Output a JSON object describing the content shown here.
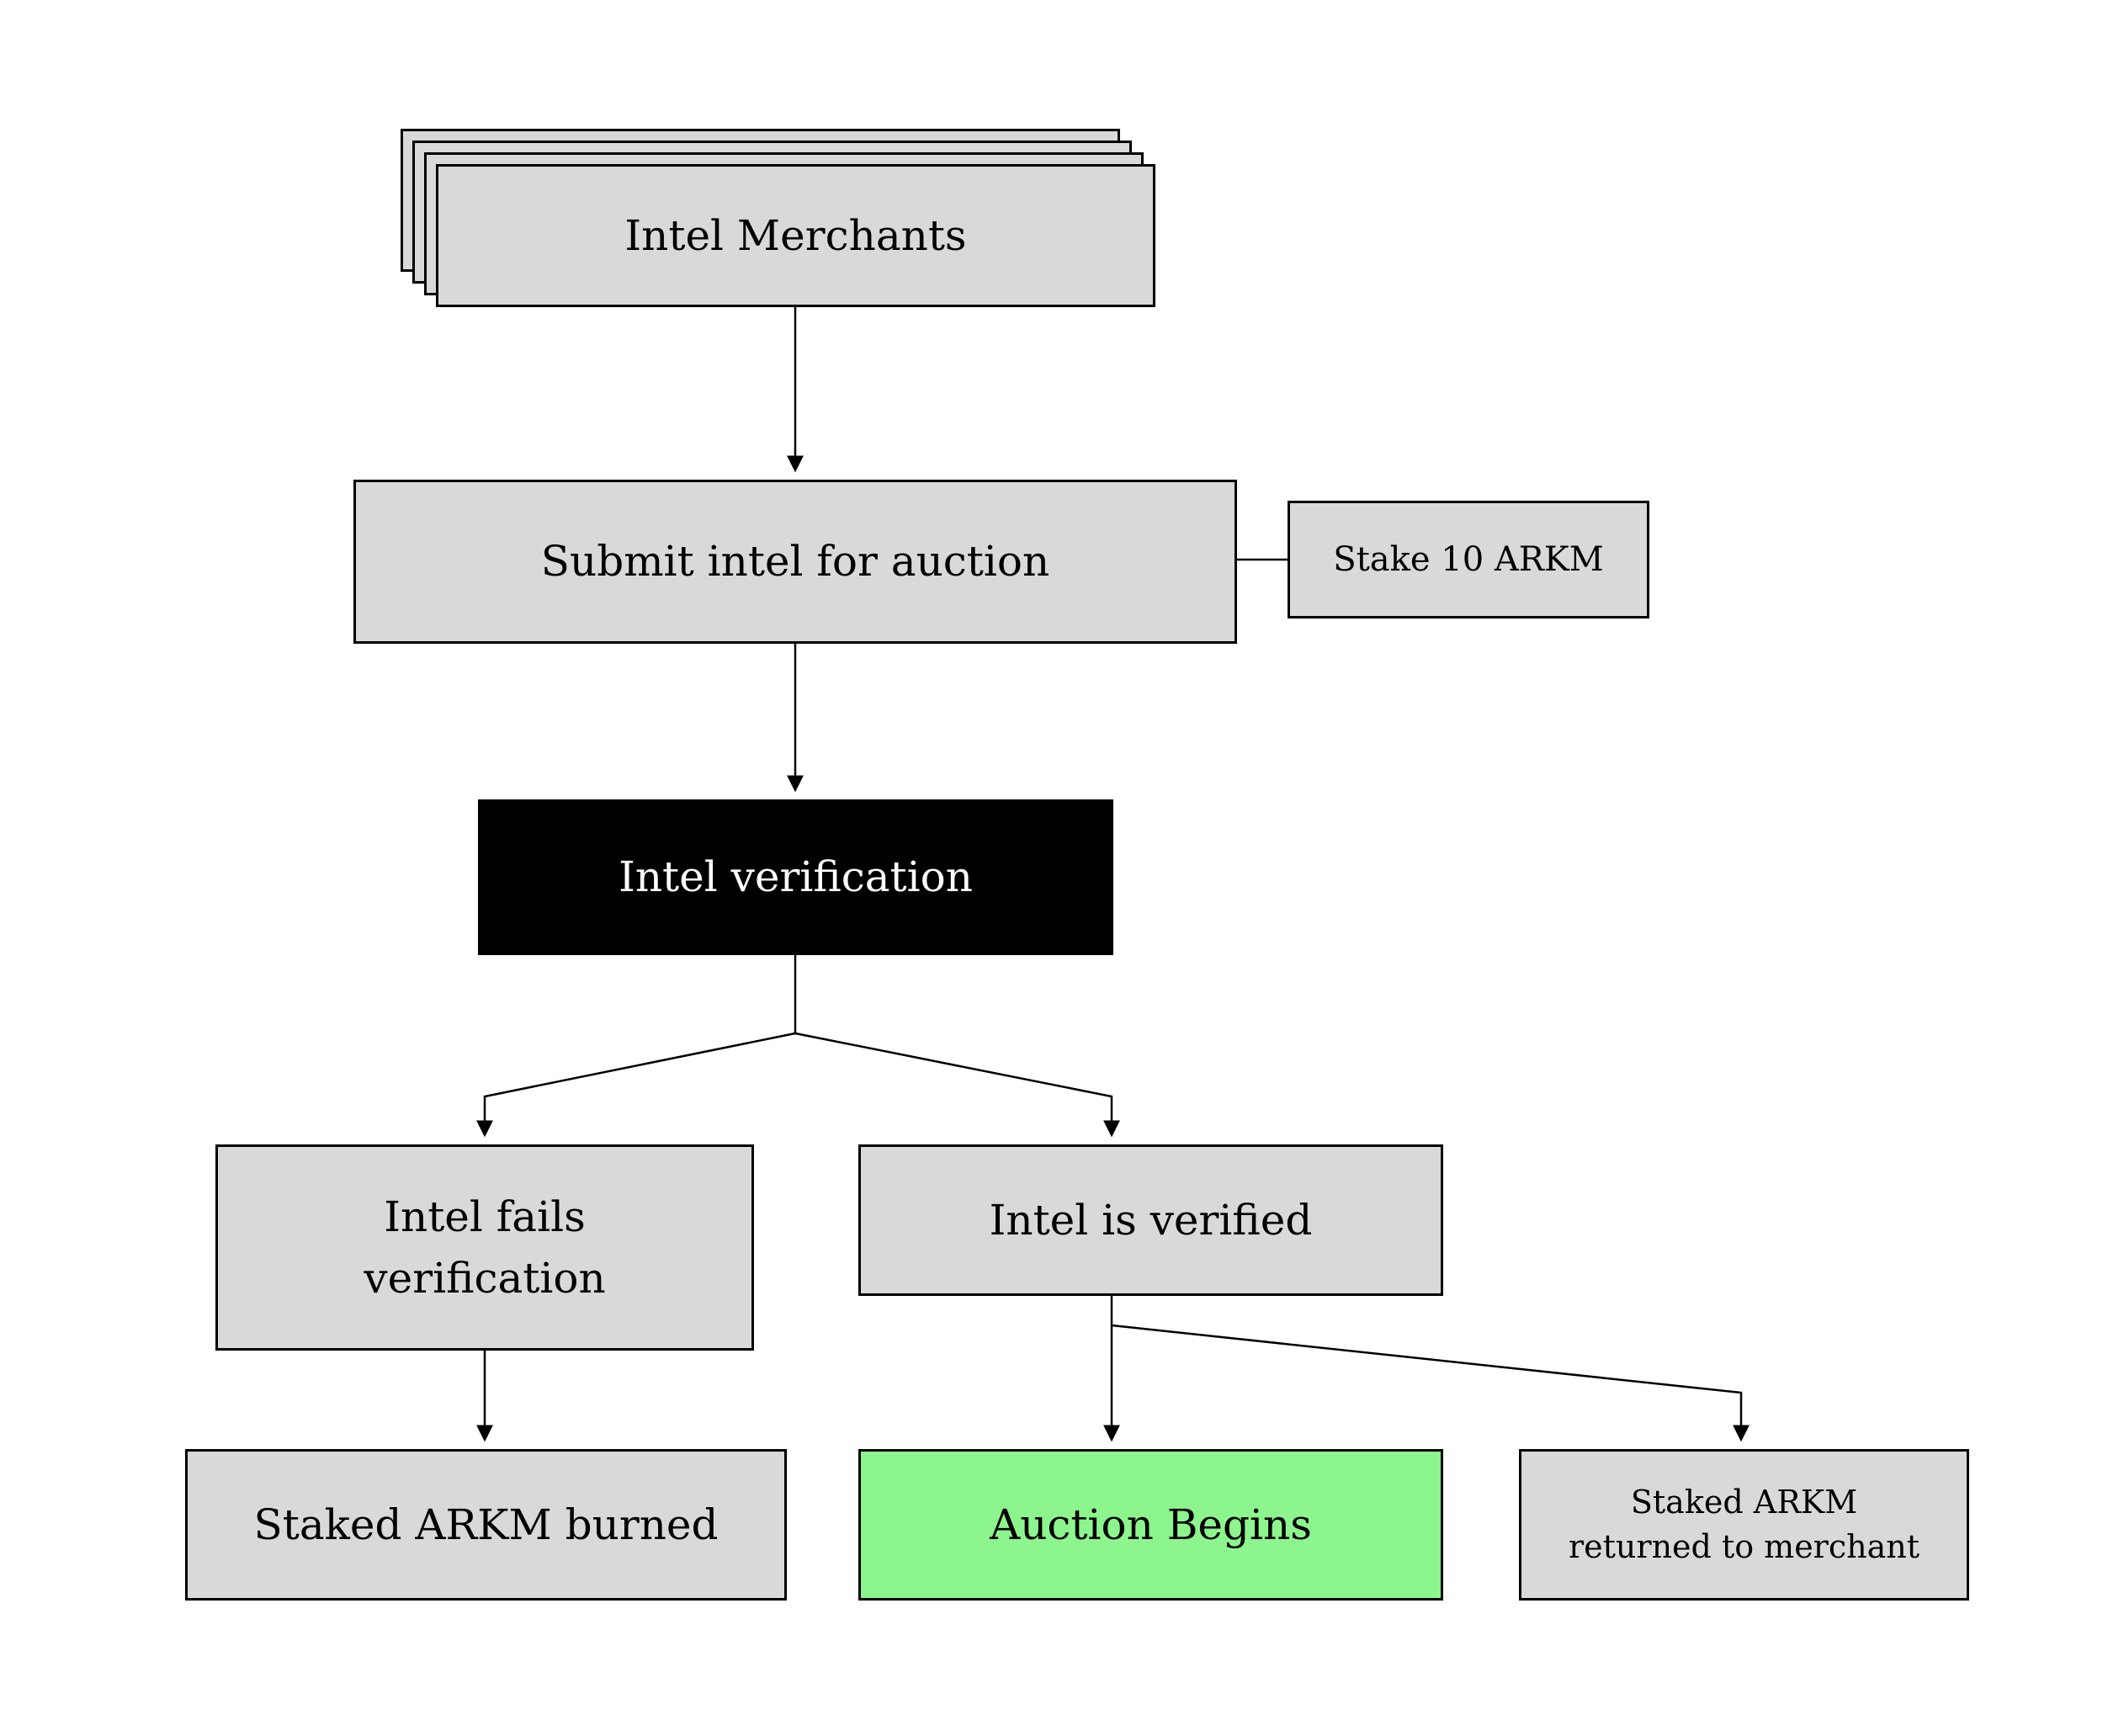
{
  "diagram": {
    "background": "#ffffff",
    "colors": {
      "box_fill": "#d9d9d9",
      "box_border": "#000000",
      "dark_fill": "#000000",
      "dark_text": "#ffffff",
      "green_fill": "#8DF58D",
      "connector": "#000000"
    },
    "nodes": {
      "merchants": {
        "label": "Intel Merchants",
        "style": "stacked-gray"
      },
      "submit": {
        "label": "Submit intel for auction",
        "style": "gray"
      },
      "stake": {
        "label": "Stake 10 ARKM",
        "style": "gray"
      },
      "verification": {
        "label": "Intel verification",
        "style": "black"
      },
      "fails": {
        "label": "Intel fails\nverification",
        "style": "gray"
      },
      "verified": {
        "label": "Intel is verified",
        "style": "gray"
      },
      "burned": {
        "label": "Staked ARKM burned",
        "style": "gray"
      },
      "auction": {
        "label": "Auction Begins",
        "style": "green"
      },
      "returned": {
        "label": "Staked ARKM\nreturned to merchant",
        "style": "gray"
      }
    }
  }
}
